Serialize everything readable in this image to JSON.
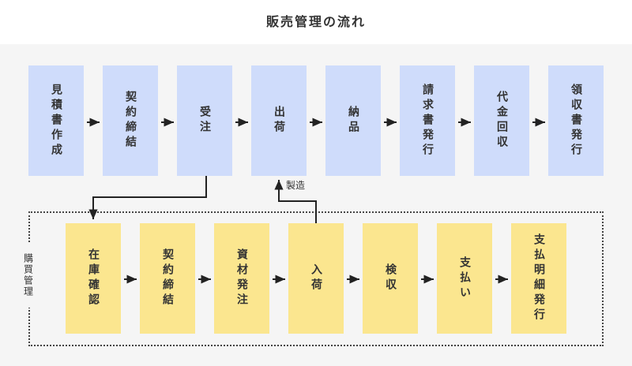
{
  "title": "販売管理の流れ",
  "sales_flow": [
    "見積書作成",
    "契約締結",
    "受注",
    "出荷",
    "納品",
    "請求書発行",
    "代金回収",
    "領収書発行"
  ],
  "purchase_label": "購買管理",
  "purchase_flow": [
    "在庫確認",
    "契約締結",
    "資材発注",
    "入荷",
    "検収",
    "支払い",
    "支払明細発行"
  ],
  "annotation": "製造",
  "colors": {
    "sales_box": "#cfdcfb",
    "purchase_box": "#fbe68f",
    "background_panel": "#f5f5f5",
    "line": "#222222"
  }
}
